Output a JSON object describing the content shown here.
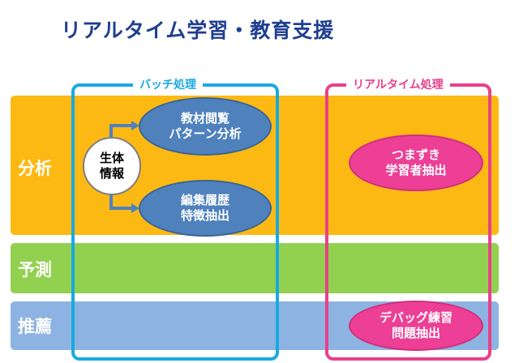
{
  "title": "リアルタイム学習・教育支援",
  "rows": [
    "分析",
    "予測",
    "推薦"
  ],
  "sections": {
    "batch": "バッチ処理",
    "realtime": "リアルタイム処理"
  },
  "nodes": {
    "source": [
      "生体",
      "情報"
    ],
    "batch1": [
      "教材閲覧",
      "パターン分析"
    ],
    "batch2": [
      "編集履歴",
      "特徴抽出"
    ],
    "rt1": [
      "つまずき",
      "学習者抽出"
    ],
    "rt2": [
      "デバッグ練習",
      "問題抽出"
    ]
  },
  "colors": {
    "analysis": "#fdb913",
    "prediction": "#92d050",
    "recommendation": "#8db3e2",
    "batch": "#1aa9e1",
    "realtime": "#e8408a"
  }
}
